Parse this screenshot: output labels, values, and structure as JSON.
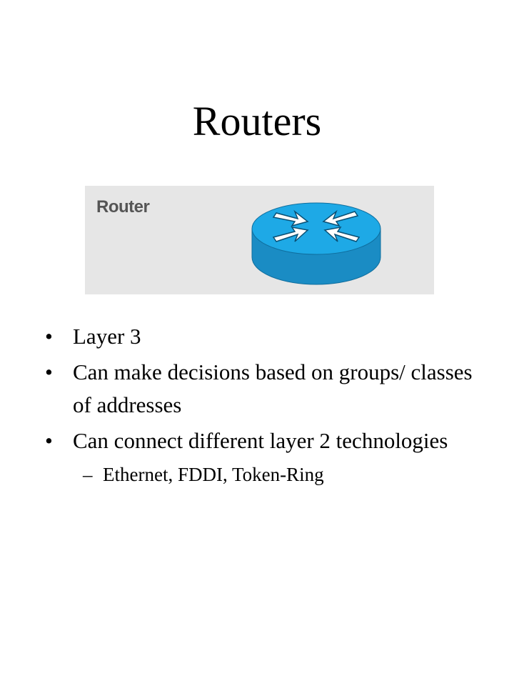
{
  "slide": {
    "title": "Routers"
  },
  "figure": {
    "caption": "Router",
    "icon": "router-icon",
    "colors": {
      "panel_bg": "#e6e6e6",
      "router_top": "#1ea9e6",
      "router_side": "#1a8cc4",
      "router_arrows": "#ffffff"
    }
  },
  "bullets": [
    {
      "mark": "•",
      "text": "Layer 3"
    },
    {
      "mark": "•",
      "text": "Can make decisions based on groups/ classes of addresses"
    },
    {
      "mark": "•",
      "text": "Can  connect different layer 2 technologies"
    }
  ],
  "sub_bullets": [
    {
      "mark": "–",
      "text": "Ethernet, FDDI, Token-Ring"
    }
  ]
}
